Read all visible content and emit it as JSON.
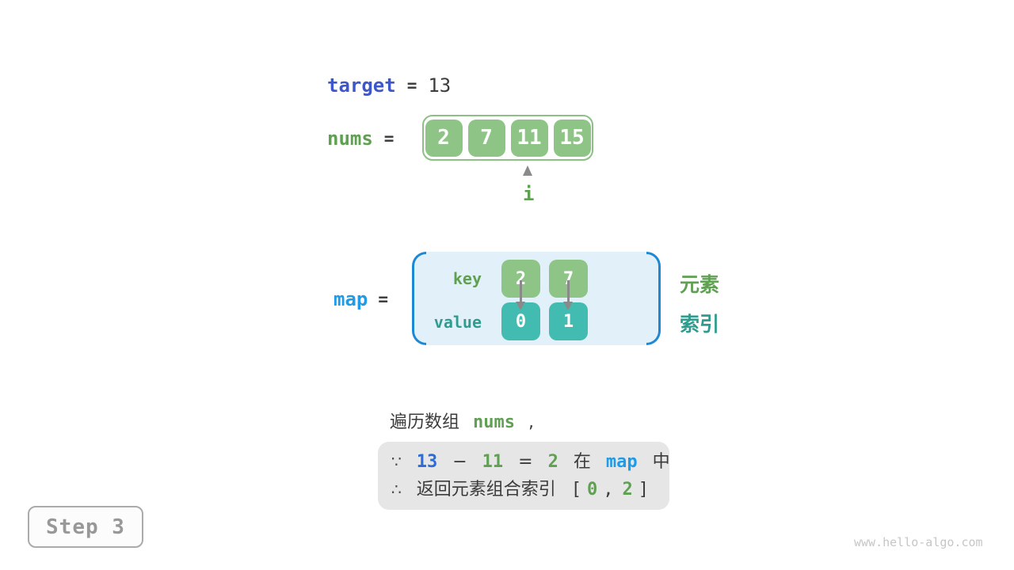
{
  "colors": {
    "target_blue": "#3d56c9",
    "map_cyan": "#1f9be8",
    "green_text": "#5fa052",
    "teal_text": "#2e9c8e",
    "cell_green": "#8fc487",
    "cell_teal": "#42bcb1",
    "map_fill": "#e2f0f9",
    "paren_blue": "#1e88d5",
    "arrow_gray": "#8a8a8a",
    "box_gray": "#e6e6e6"
  },
  "target_row": {
    "label": "target",
    "eq": "=",
    "value": "13"
  },
  "nums_row": {
    "label": "nums",
    "eq": "=",
    "cells": [
      "2",
      "7",
      "11",
      "15"
    ],
    "pointer": "i"
  },
  "map_row": {
    "label": "map",
    "eq": "=",
    "key_label": "key",
    "value_label": "value",
    "keys": [
      "2",
      "7"
    ],
    "values": [
      "0",
      "1"
    ],
    "element_label": "元素",
    "index_label": "索引"
  },
  "caption": {
    "text": "遍历数组",
    "code": "nums",
    "comma": ","
  },
  "conclusion": {
    "line1": {
      "sym": "∵",
      "a": "13",
      "minus": "−",
      "b": "11",
      "eq": "=",
      "c": "2",
      "zai": "在",
      "map": "map",
      "zhong": "中"
    },
    "line2": {
      "sym": "∴",
      "text": "返回元素组合索引",
      "open": "[",
      "v1": "0",
      "comma": ",",
      "v2": "2",
      "close": "]"
    }
  },
  "step_badge": "Step 3",
  "watermark": "www.hello-algo.com"
}
